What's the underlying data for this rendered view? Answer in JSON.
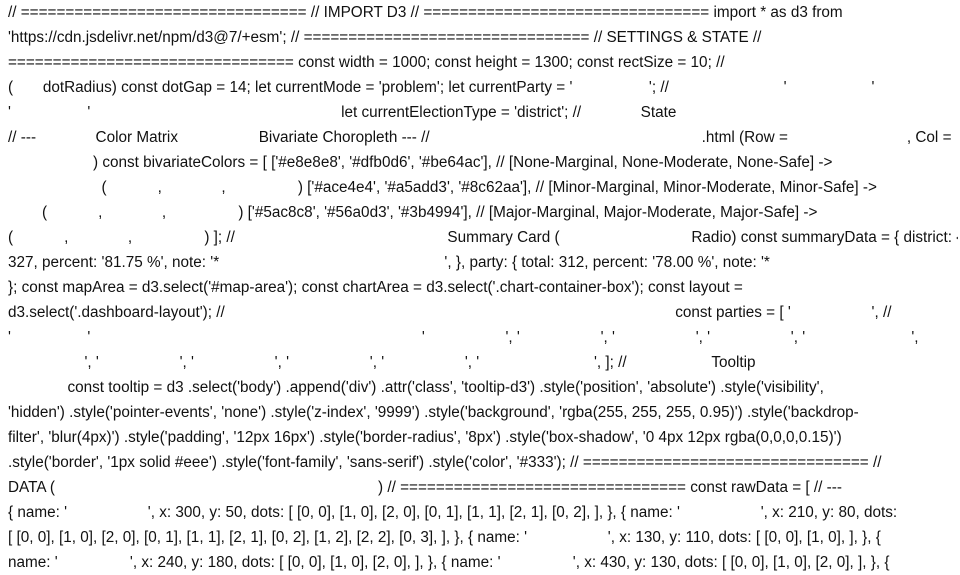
{
  "lines": [
    "// ================================ // IMPORT D3 // ================================ import * as d3 from",
    "'https://cdn.jsdelivr.net/npm/d3@7/+esm'; // ================================ // SETTINGS & STATE //",
    "================================ const width = 1000; const height = 1300; const rectSize = 10; //",
    "(       dotRadius) const dotGap = 14; let currentMode = 'problem'; let currentParty = '                  '; //                           '                    '",
    "'                  '                                                           let currentElectionType = 'district'; //              State",
    "// ---              Color Matrix                   Bivariate Choropleth --- //                                                                .html (Row =                            , Col =",
    "                    ) const bivariateColors = [ ['#e8e8e8', '#dfb0d6', '#be64ac'], // [None-Marginal, None-Moderate, None-Safe] ->",
    "                      (            ,              ,                 ) ['#ace4e4', '#a5add3', '#8c62aa'], // [Minor-Marginal, Minor-Moderate, Minor-Safe] ->",
    "        (            ,              ,                 ) ['#5ac8c8', '#56a0d3', '#3b4994'], // [Major-Marginal, Major-Moderate, Major-Safe] ->",
    "(            ,              ,                 ) ]; //                                                  Summary Card (                               Radio) const summaryData = { district: { total:",
    "327, percent: '81.75 %', note: '*                                                     ', }, party: { total: 312, percent: '78.00 %', note: '*                                                     ', },",
    "}; const mapArea = d3.select('#map-area'); const chartArea = d3.select('.chart-container-box'); const layout =",
    "d3.select('.dashboard-layout'); //                                                                                                          const parties = [ '                   ', //",
    "'                  '                                                                              '                   ', '                   ', '                   ', '                   ', '                         ',",
    "                  ', '                   ', '                   ', '                   ', '                   ', '                           ', ]; //                    Tooltip",
    "              const tooltip = d3 .select('body') .append('div') .attr('class', 'tooltip-d3') .style('position', 'absolute') .style('visibility',",
    "'hidden') .style('pointer-events', 'none') .style('z-index', '9999') .style('background', 'rgba(255, 255, 255, 0.95)') .style('backdrop-",
    "filter', 'blur(4px)') .style('padding', '12px 16px') .style('border-radius', '8px') .style('box-shadow', '0 4px 12px rgba(0,0,0,0.15)')",
    ".style('border', '1px solid #eee') .style('font-family', 'sans-serif') .style('color', '#333'); // ================================ //",
    "DATA (                                                                            ) // ================================ const rawData = [ // ---                                         ---",
    "{ name: '                   ', x: 300, y: 50, dots: [ [0, 0], [1, 0], [2, 0], [0, 1], [1, 1], [2, 1], [0, 2], ], }, { name: '                   ', x: 210, y: 80, dots:",
    "[ [0, 0], [1, 0], [2, 0], [0, 1], [1, 1], [2, 1], [0, 2], [1, 2], [2, 2], [0, 3], ], }, { name: '                   ', x: 130, y: 110, dots: [ [0, 0], [1, 0], ], }, {",
    "name: '                 ', x: 240, y: 180, dots: [ [0, 0], [1, 0], [2, 0], ], }, { name: '                 ', x: 430, y: 130, dots: [ [0, 0], [1, 0], [2, 0], ], }, {"
  ]
}
